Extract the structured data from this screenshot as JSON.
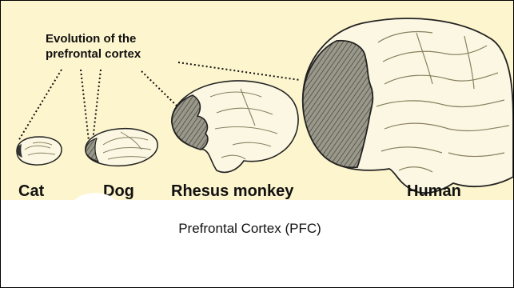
{
  "figure": {
    "title_lines": [
      "Evolution of the",
      "prefrontal cortex"
    ],
    "species": [
      "Cat",
      "Dog",
      "Rhesus monkey",
      "Human"
    ],
    "colors": {
      "background": "#fdf5cd",
      "brain_fill": "#fbf7e2",
      "pfc_fill": "#8a8874",
      "outline": "#222222"
    }
  },
  "caption": "Prefrontal Cortex (PFC)"
}
